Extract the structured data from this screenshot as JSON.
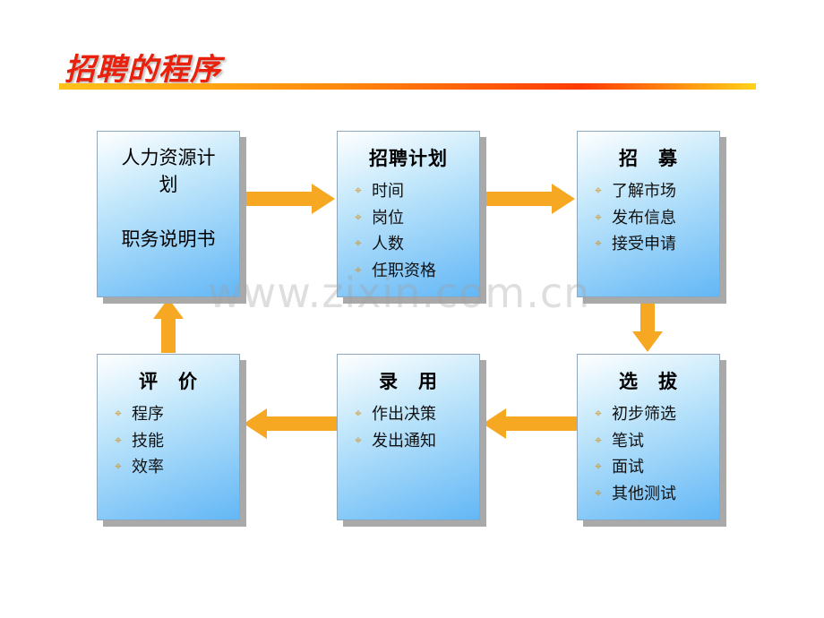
{
  "title": "招聘的程序",
  "watermark": "www.zixin.com.cn",
  "bullet_icon": "crosshair-diamond-bullet",
  "colors": {
    "title": "#e8200c",
    "arrow": "#f7a823",
    "bullet": "#d89522"
  },
  "boxes": {
    "hr_plan": {
      "line1": "人力资源计",
      "line2": "划",
      "line3": "职务说明书"
    },
    "recruit_plan": {
      "heading": "招聘计划",
      "items": [
        "时间",
        "岗位",
        "人数",
        "任职资格"
      ]
    },
    "recruiting": {
      "heading": "招　募",
      "items": [
        "了解市场",
        "发布信息",
        "接受申请"
      ]
    },
    "selection": {
      "heading": "选　拔",
      "items": [
        "初步筛选",
        "笔试",
        "面试",
        "其他测试"
      ]
    },
    "hiring": {
      "heading": "录　用",
      "items": [
        "作出决策",
        "发出通知"
      ]
    },
    "evaluation": {
      "heading": "评　价",
      "items": [
        "程序",
        "技能",
        "效率"
      ]
    }
  }
}
